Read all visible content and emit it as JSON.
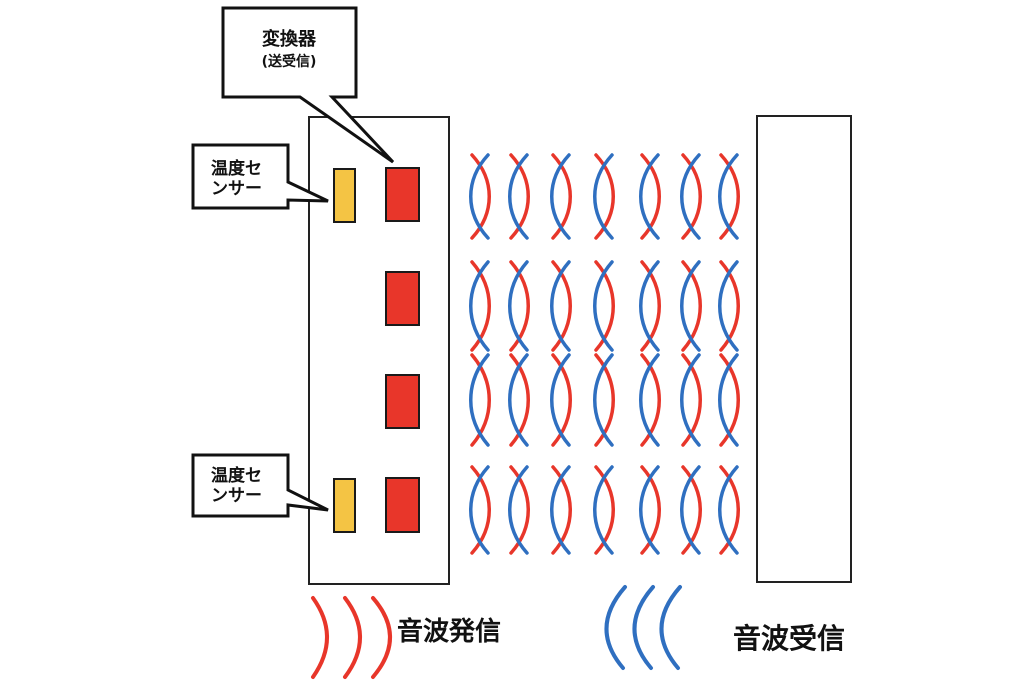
{
  "diagram": {
    "transducer_callout": {
      "title": "変換器",
      "subtitle": "(送受信)"
    },
    "sensor_callouts": [
      {
        "line1": "温度セ",
        "line2": "ンサー"
      },
      {
        "line1": "温度セ",
        "line2": "ンサー"
      }
    ],
    "legend": {
      "transmit_label": "音波発信",
      "receive_label": "音波受信"
    },
    "wave_grid": {
      "rows": 4,
      "columns": 7
    },
    "colors": {
      "transmit": "#e8362a",
      "receive": "#2f6fc0",
      "sensor": "#f4c444",
      "transducer": "#e8362a",
      "outline": "#111111"
    }
  }
}
